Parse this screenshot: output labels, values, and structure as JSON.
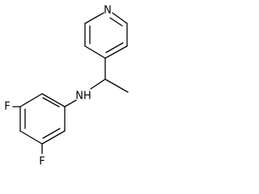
{
  "molecule": {
    "atoms": {
      "pyridine_n": "N",
      "amine_nh": "NH",
      "fluorine_para": "F",
      "fluorine_ortho": "F"
    }
  },
  "colors": {
    "bond": "#000000",
    "text": "#000000",
    "background": "#ffffff"
  }
}
